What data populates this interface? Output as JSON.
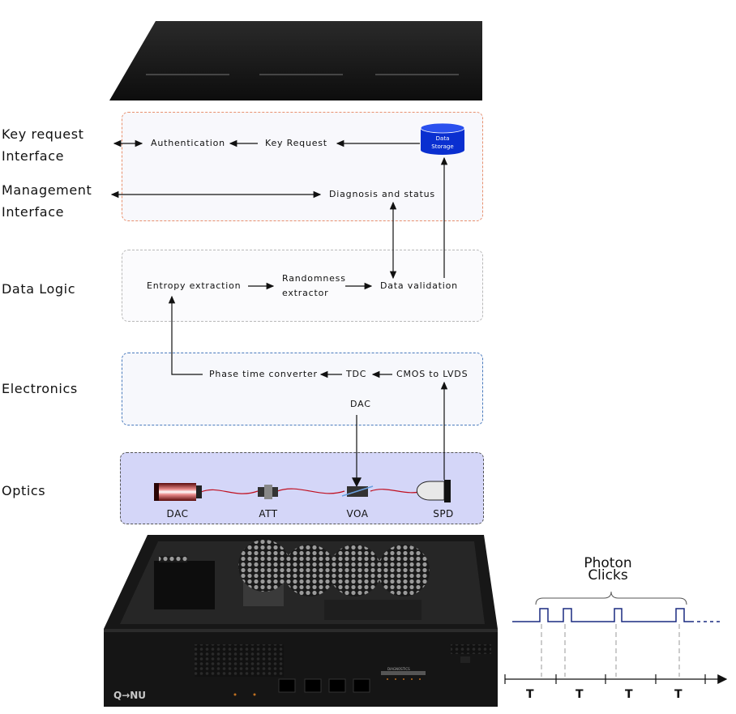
{
  "layers": {
    "key_request": "Key request Interface",
    "management": "Management Interface",
    "data_logic": "Data Logic",
    "electronics": "Electronics",
    "optics": "Optics"
  },
  "nodes": {
    "authentication": "Authentication",
    "key_request": "Key Request",
    "data_storage": "Data Storage",
    "diagnosis": "Diagnosis and status",
    "entropy": "Entropy extraction",
    "randomness": "Randomness extractor",
    "validation": "Data validation",
    "phase": "Phase time converter",
    "tdc": "TDC",
    "cmos": "CMOS to LVDS",
    "dac_electronics": "DAC"
  },
  "optics": {
    "laser": "DAC",
    "att": "ATT",
    "voa": "VOA",
    "spd": "SPD"
  },
  "timing": {
    "title": "Photon Clicks",
    "period": "T",
    "period_count": 4
  },
  "device": {
    "brand": "Q→NU",
    "panel_label": "DIAGNOSTICS"
  },
  "colors": {
    "top_box": "#e8906e",
    "data_box": "#b0b0b0",
    "electronics_box": "#4a7bbd",
    "optics_fill": "#d4d6f8",
    "storage": "#0a2fd0",
    "fiber": "#c01020",
    "pulse": "#1a2a80"
  }
}
